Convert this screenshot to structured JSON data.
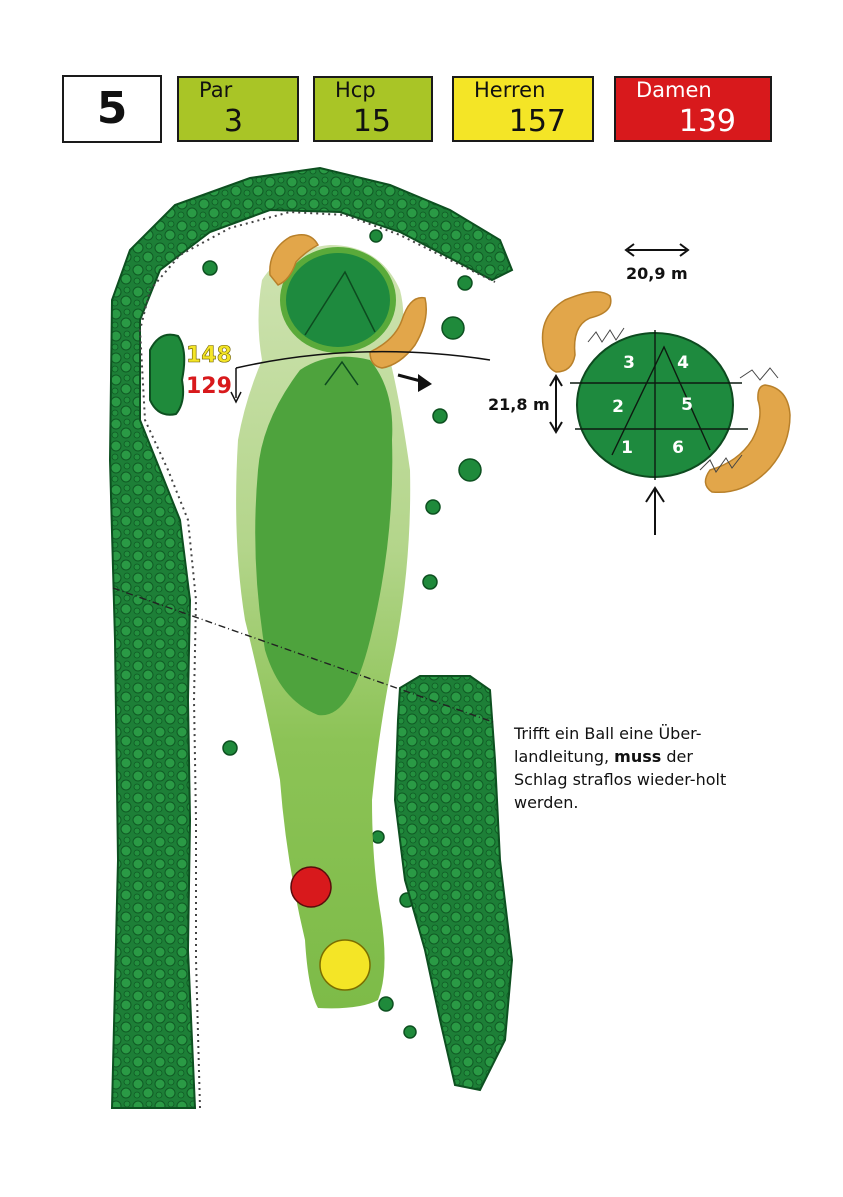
{
  "hole": {
    "number": "5"
  },
  "par": {
    "label": "Par",
    "value": "3"
  },
  "hcp": {
    "label": "Hcp",
    "value": "15"
  },
  "herren": {
    "label": "Herren",
    "value": "157"
  },
  "damen": {
    "label": "Damen",
    "value": "139"
  },
  "distances": {
    "yellow": "148",
    "red": "129"
  },
  "green": {
    "width": "20,9 m",
    "depth": "21,8 m",
    "positions": [
      "1",
      "2",
      "3",
      "4",
      "5",
      "6"
    ]
  },
  "note": {
    "part1": "Trifft ein Ball eine Über-landleitung,",
    "emphasis": "muss",
    "part2": "der Schlag straflos wieder-holt werden."
  },
  "colors": {
    "par": "#a9c526",
    "herren": "#f4e526",
    "damen": "#d8191c",
    "tree": "#1f8a3b",
    "green": "#1e8a3e",
    "fairway": "#7fbe4a",
    "bunker": "#e2a64a"
  }
}
